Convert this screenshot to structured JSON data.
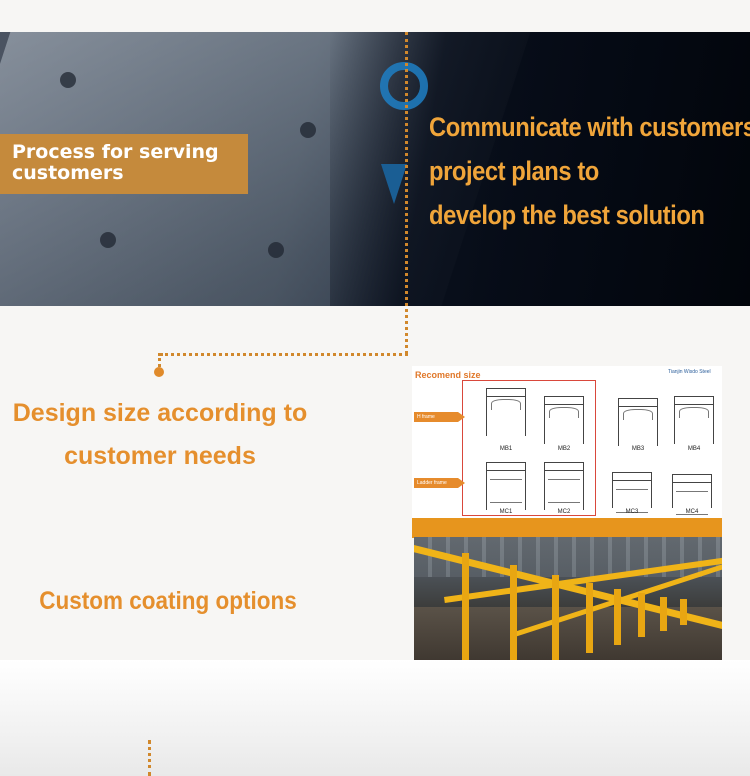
{
  "hero": {
    "label_line1": "Process for serving",
    "label_line2": "customers",
    "text_line1": "Communicate with customers'",
    "text_line2": "project plans to",
    "text_line3": "develop the best solution"
  },
  "steps": {
    "design_line1": "Design size according to",
    "design_line2": "customer needs",
    "coating": "Custom coating options"
  },
  "diagram": {
    "title": "Recomend size",
    "brand": "Tianjin Wisdo Steel",
    "tag_h": "H frame",
    "tag_ladder": "Ladder frame",
    "frames_row1": [
      "MB1",
      "MB2",
      "MB3",
      "MB4"
    ],
    "frames_row2": [
      "MC1",
      "MC2",
      "MC3",
      "MC4"
    ]
  },
  "colors": {
    "accent_orange": "#e58f2d",
    "label_bg": "#c58a3c",
    "hero_text": "#f0a53a"
  }
}
